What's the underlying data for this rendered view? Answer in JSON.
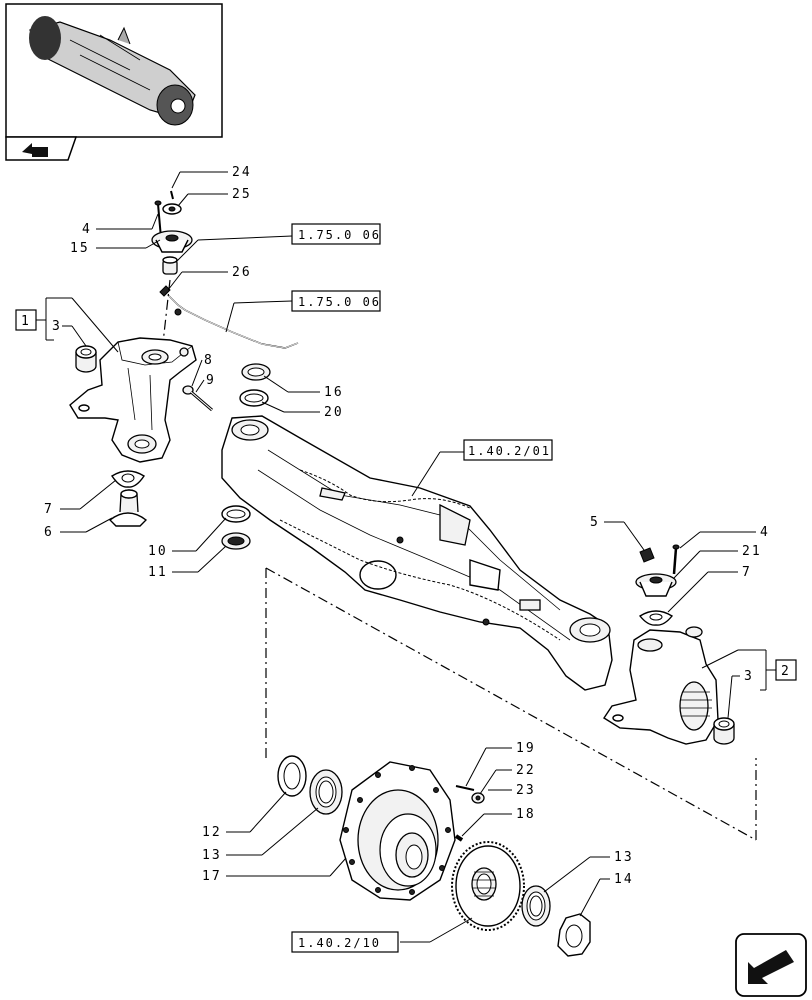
{
  "callouts": {
    "c24": "24",
    "c25": "25",
    "c4a": "4",
    "c15": "15",
    "c26": "26",
    "c3a": "3",
    "c8": "8",
    "c9": "9",
    "c16": "16",
    "c20": "20",
    "c7a": "7",
    "c6": "6",
    "c10": "10",
    "c11": "11",
    "c5": "5",
    "c4b": "4",
    "c21": "21",
    "c7b": "7",
    "c3b": "3",
    "c19": "19",
    "c22": "22",
    "c23": "23",
    "c18": "18",
    "c12": "12",
    "c13a": "13",
    "c17": "17",
    "c13b": "13",
    "c14": "14"
  },
  "references": {
    "r1": "1.75.0 06",
    "r2": "1.75.0 06",
    "r3": "1.40.2/01",
    "r4": "1.40.2/10"
  },
  "group_boxes": {
    "g1": "1",
    "g2": "2"
  },
  "icons": {
    "thumbnail": "axle-assembly-thumbnail",
    "nav_prev": "back-arrow-icon",
    "nav_next": "next-page-arrow-icon"
  }
}
